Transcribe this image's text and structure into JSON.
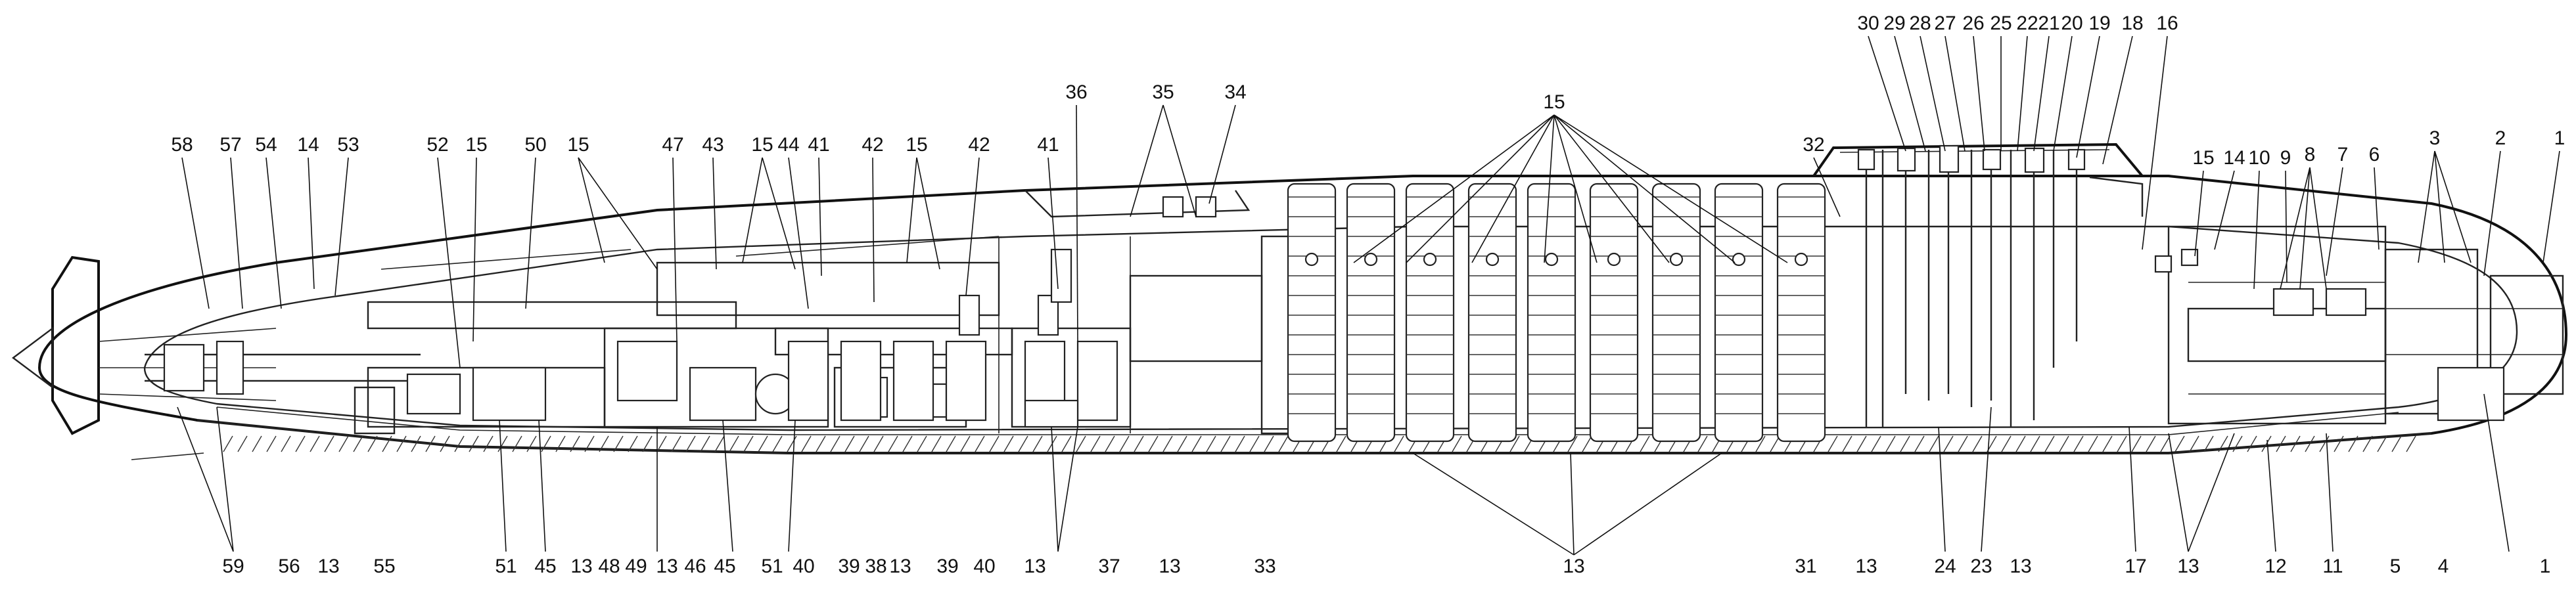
{
  "labels": {
    "top": [
      "58",
      "57",
      "54",
      "14",
      "53",
      "52",
      "15",
      "50",
      "15",
      "47",
      "43",
      "15",
      "44",
      "41",
      "42",
      "15",
      "42",
      "41",
      "36",
      "35",
      "34",
      "15",
      "32",
      "30",
      "29",
      "28",
      "27",
      "26",
      "25",
      "22",
      "21",
      "20",
      "19",
      "18",
      "16",
      "15",
      "14",
      "10",
      "9",
      "8",
      "7",
      "6",
      "3",
      "2",
      "1"
    ],
    "bottom": [
      "59",
      "56",
      "13",
      "55",
      "51",
      "45",
      "13",
      "48",
      "49",
      "13",
      "46",
      "45",
      "51",
      "40",
      "39",
      "38",
      "13",
      "39",
      "40",
      "13",
      "37",
      "13",
      "33",
      "13",
      "31",
      "13",
      "24",
      "23",
      "13",
      "17",
      "13",
      "12",
      "11",
      "5",
      "4",
      "1"
    ]
  }
}
